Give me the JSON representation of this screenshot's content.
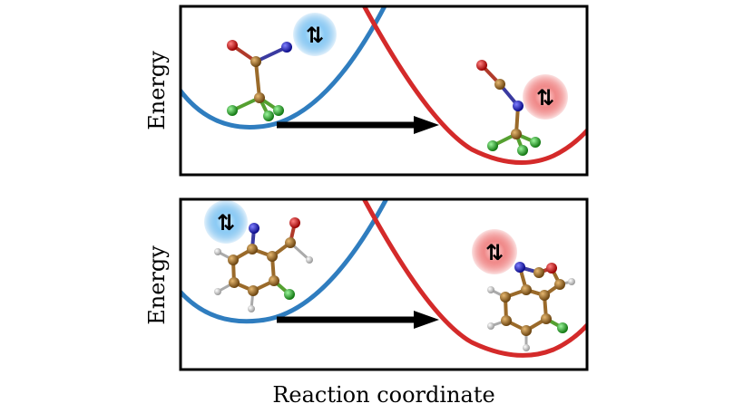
{
  "panels": [
    {
      "id": "top",
      "ylabel": "Energy",
      "left_spin_symbol": "⇅",
      "right_spin_symbol": "⇅",
      "left_curve_color": "#2f7dbf",
      "right_curve_color": "#d42a2a",
      "left_spin_color": "#3a9fe6",
      "right_spin_color": "#e63b3b"
    },
    {
      "id": "bottom",
      "ylabel": "Energy",
      "left_spin_symbol": "⇅",
      "right_spin_symbol": "⇅",
      "left_curve_color": "#2f7dbf",
      "right_curve_color": "#d42a2a",
      "left_spin_color": "#3a9fe6",
      "right_spin_color": "#e63b3b"
    }
  ],
  "xlabel": "Reaction coordinate",
  "atom_colors": {
    "carbon": "#9a6a2a",
    "oxygen": "#d40000",
    "nitrogen": "#1a1acc",
    "fluorine": "#22bb22",
    "hydrogen": "#dddddd"
  }
}
